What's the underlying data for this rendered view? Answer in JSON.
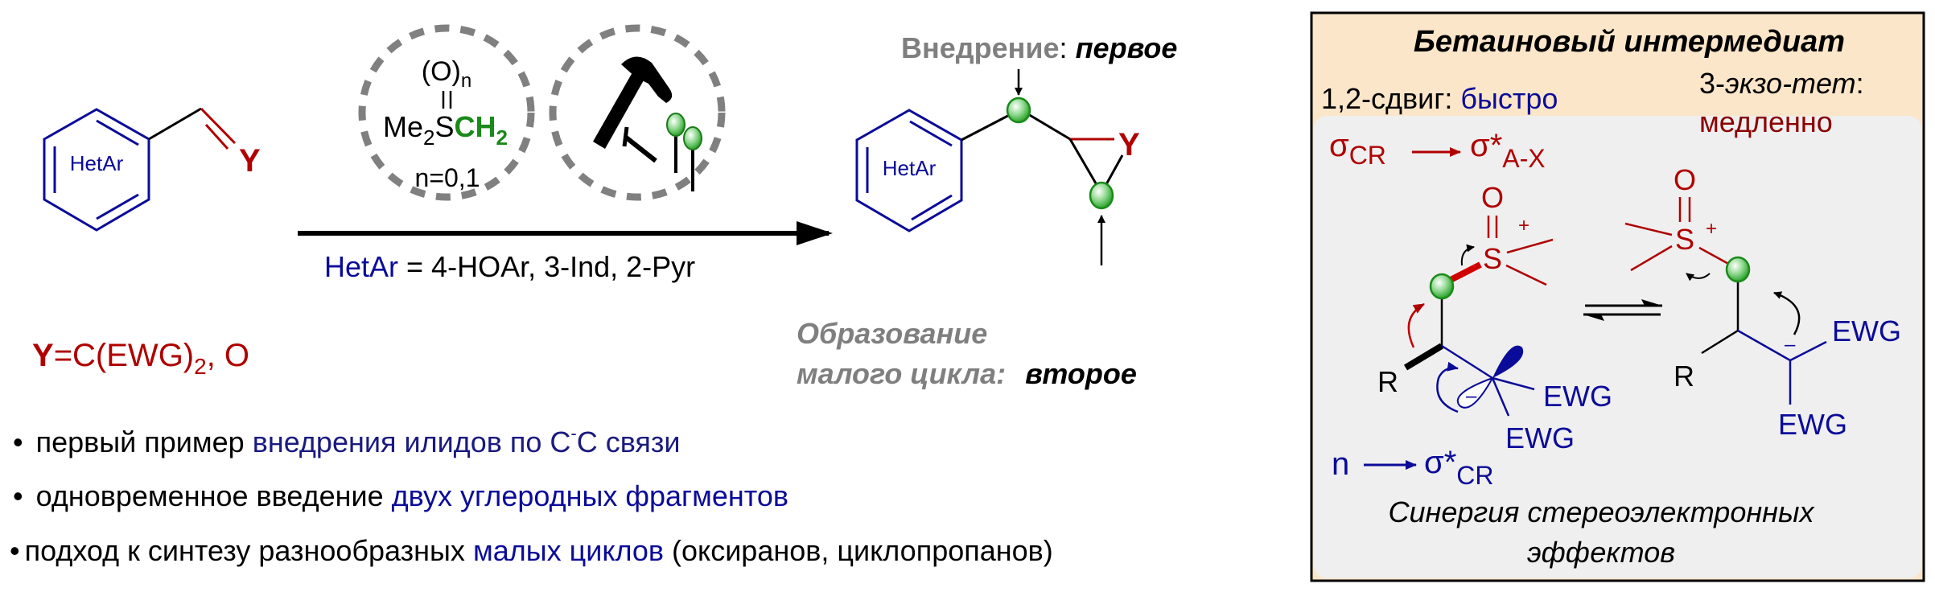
{
  "colors": {
    "blue": "#0b0b9a",
    "red": "#b00000",
    "dark_red": "#8b0000",
    "green": "#1a9a1a",
    "gray": "#7f7f7f",
    "panel_header": "#fbe6c9",
    "panel_body": "#efefef"
  },
  "reactant": {
    "ring_label": "HetAr",
    "y_atom": "Y",
    "y_definition": {
      "y": "Y",
      "eq": "=C(EWG)",
      "sub": "2",
      "rest": ", O"
    }
  },
  "reagent": {
    "oxide": "(O)",
    "oxide_sub": "n",
    "me": "Me",
    "me_sub": "2",
    "s": "S",
    "ch": "CH",
    "ch_sub": "2",
    "n_range": "n=0,1",
    "tool_icon": "hammer-and-pins-icon"
  },
  "arrow_caption": {
    "hetar": "HetAr",
    "rest": " = 4-HOAr, 3-Ind, 2-Pyr"
  },
  "product": {
    "ring_label": "HetAr",
    "y_atom": "Y",
    "insertion": {
      "label": "Внедрение",
      "sep": ":",
      "order": "первое"
    },
    "ring_formation": {
      "line1": "Образование",
      "line2": "малого цикла:",
      "order": "второе"
    }
  },
  "bullets": [
    {
      "plain": "первый пример ",
      "highlight": "внедрения илидов по C",
      "sup": "-",
      "highlight2": "C связи"
    },
    {
      "plain": "одновременное введение ",
      "highlight": "двух углеродных фрагментов"
    },
    {
      "plain": "подход к синтезу разнообразных ",
      "highlight": "малых циклов",
      "tail": " (оксиранов, циклопропанов)"
    }
  ],
  "panel": {
    "title": "Бетаиновый интермедиат",
    "shift_label": "1,2-сдвиг: ",
    "shift_speed": "быстро",
    "exo_prefix": "3-",
    "exo_name": "экзо-тет",
    "exo_colon": ":",
    "exo_speed": "медленно",
    "sigma_top": {
      "from": "σ",
      "from_sub": "CR",
      "to": "σ*",
      "to_sub": "A-X"
    },
    "sigma_bottom": {
      "from": "n",
      "to": "σ*",
      "to_sub": "CR"
    },
    "left": {
      "o": "O",
      "s": "S",
      "plus": "+",
      "r": "R",
      "minus": "–",
      "ewg1": "EWG",
      "ewg2": "EWG"
    },
    "right": {
      "o": "O",
      "s": "S",
      "plus": "+",
      "r": "R",
      "minus": "–",
      "ewg1": "EWG",
      "ewg2": "EWG"
    },
    "footer_line1": "Синергия стереоэлектронных",
    "footer_line2": "эффектов"
  }
}
